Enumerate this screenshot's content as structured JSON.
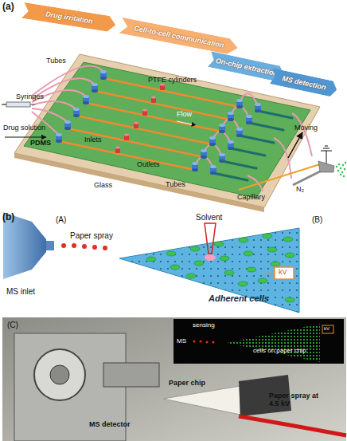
{
  "diagram": {
    "nodes": [
      {
        "text": [
          "Drug irritation"
        ]
      },
      {
        "text": [
          "Cell-to-cell communication"
        ]
      },
      {
        "text": [
          "On-chip extraction"
        ]
      },
      {
        "text": [
          "MS detection"
        ]
      }
    ],
    "labels": [
      "(a)",
      "Syringes",
      "Drug solution",
      "Tubes",
      "PTFE cylinders",
      "Flow",
      "Inlets",
      "Outlets",
      "PDMS",
      "Glass",
      "Tubes",
      "Moving",
      "Capillary",
      "N₂",
      "(b)",
      "(A)",
      "(B)",
      "Paper spray",
      "MS inlet",
      "Solvent",
      "Adherent cells",
      "kV",
      "(C)",
      "sensing",
      "MS",
      "cells on paper chip",
      "kV",
      "Paper chip",
      "Paper spray at 4.5 kV",
      "MS detector"
    ]
  }
}
